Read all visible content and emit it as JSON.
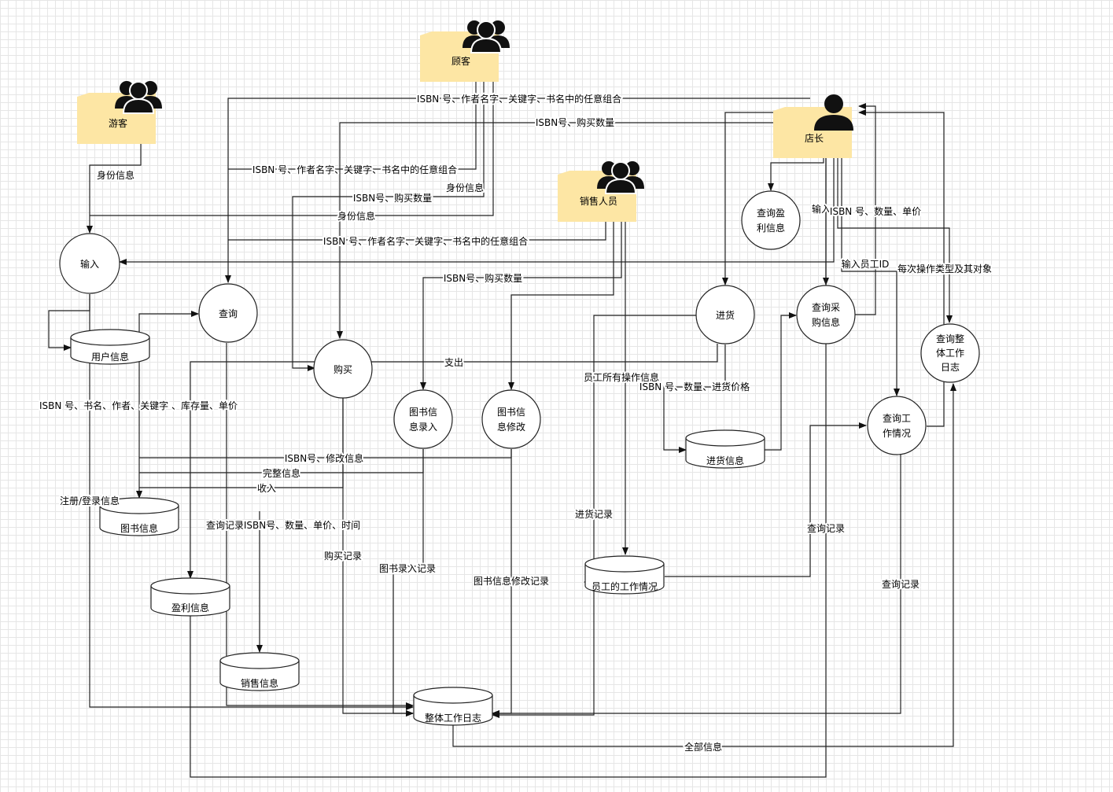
{
  "actors": {
    "tourist": "游客",
    "customer": "顾客",
    "sales": "销售人员",
    "manager": "店长"
  },
  "processes": {
    "input": "输入",
    "query": "查询",
    "purchase": "购买",
    "entry_l1": "图书信",
    "entry_l2": "息录入",
    "modify_l1": "图书信",
    "modify_l2": "息修改",
    "restock": "进货",
    "profit_l1": "查询盈",
    "profit_l2": "利信息",
    "procure_l1": "查询采",
    "procure_l2": "购信息",
    "work_l1": "查询工",
    "work_l2": "作情况",
    "log_l1": "查询整",
    "log_l2": "体工作",
    "log_l3": "日志"
  },
  "stores": {
    "user_info": "用户信息",
    "book_info": "图书信息",
    "profit_info": "盈利信息",
    "sales_info": "销售信息",
    "stock_info": "进货信息",
    "staff_work": "员工的工作情况",
    "work_log": "整体工作日志"
  },
  "labels": {
    "isbn_combo": "ISBN 号、作者名字、关键字、书名中的任意组合",
    "isbn_qty_a": "ISBN号、购买数量",
    "identity": "身份信息",
    "isbn_qty_b": "ISBN号、购买数量",
    "isbn_book": "ISBN 号、书名、作者、关键字 、库存量、单价",
    "expense": "支出",
    "all_ops": "员工所有操作信息",
    "isbn_qty_cost": "ISBN 号、数量、进货价格",
    "isbn_modify": "ISBN号、修改信息",
    "complete_info": "完整信息",
    "income": "收入",
    "register": "注册/登录信息",
    "query_rec": "查询记录",
    "sale_detail": "ISBN号、数量、单价、时间",
    "buy_rec": "购买记录",
    "entry_rec": "图书录入记录",
    "modify_rec": "图书信息修改记录",
    "stock_rec": "进货记录",
    "all_info": "全部信息",
    "input_cut": "输入",
    "isbn_qty_price": "ISBN 号、数量、单价",
    "input_staff_id": "输入员工ID",
    "each_op": "每次操作类型及其对象"
  }
}
